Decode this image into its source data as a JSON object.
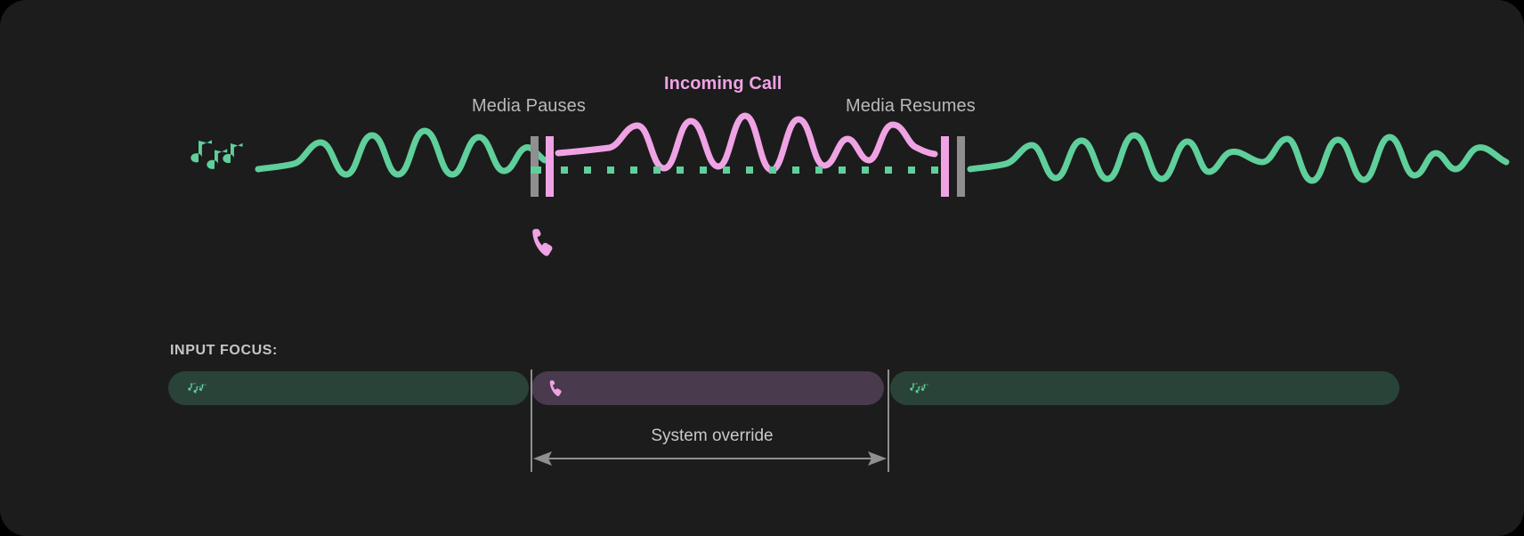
{
  "theme": {
    "page_background": "#000000",
    "card_background": "#1c1c1c",
    "media_color": "#5fcf9b",
    "call_color": "#efa3e4",
    "marker_grey": "#8f8f8f",
    "label_grey": "#b9b9b9",
    "pill_media_bg": "#2a4339",
    "pill_call_bg": "#4a3a4e",
    "guide_grey": "#8f8f8f"
  },
  "timeline": {
    "labels": {
      "media_pauses": "Media Pauses",
      "incoming_call": "Incoming Call",
      "media_resumes": "Media Resumes"
    },
    "icons": {
      "media_notes": "music-notes-icon",
      "call": "phone-handset-icon"
    },
    "segments": [
      {
        "name": "media-playing-before",
        "kind": "waveform",
        "color": "#5fcf9b"
      },
      {
        "name": "call-audio",
        "kind": "waveform",
        "color": "#efa3e4"
      },
      {
        "name": "media-ducked",
        "kind": "dotted-line",
        "color": "#5fcf9b"
      },
      {
        "name": "media-playing-after",
        "kind": "waveform",
        "color": "#5fcf9b"
      }
    ]
  },
  "input_focus": {
    "title": "INPUT FOCUS:",
    "tracks": [
      {
        "name": "media-track-before",
        "icon": "music-notes-icon",
        "color": "#2a4339"
      },
      {
        "name": "call-track",
        "icon": "phone-handset-icon",
        "color": "#4a3a4e"
      },
      {
        "name": "media-track-after",
        "icon": "music-notes-icon",
        "color": "#2a4339"
      }
    ],
    "annotation": "System override"
  }
}
